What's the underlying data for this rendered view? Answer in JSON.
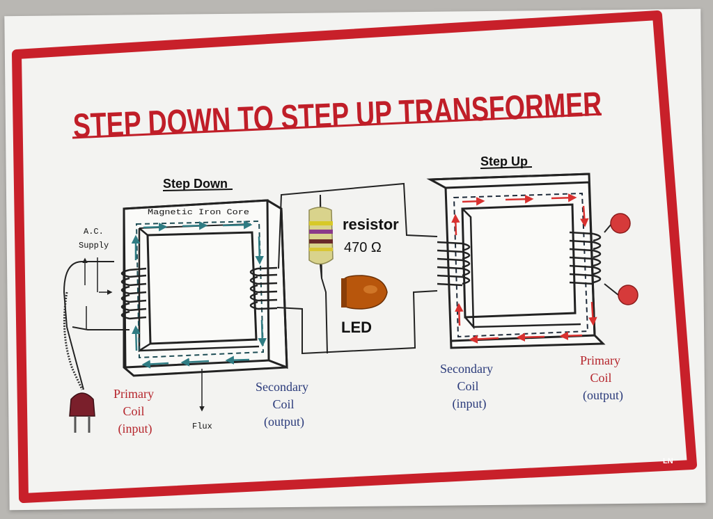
{
  "title": "STEP DOWN TO STEP UP TRANSFORMER",
  "step_down": {
    "heading": "Step Down",
    "core_label": "Magnetic Iron Core",
    "ac_supply": [
      "A.C.",
      "Supply"
    ],
    "primary_label": [
      "Primary",
      "Coil",
      "(input)"
    ],
    "secondary_label": [
      "Secondary",
      "Coil",
      "(output)"
    ],
    "flux_label": "Flux"
  },
  "middle": {
    "resistor_label": "resistor",
    "resistor_value": "470 Ω",
    "led_label": "LED"
  },
  "step_up": {
    "heading": "Step Up",
    "secondary_label": [
      "Secondary",
      "Coil",
      "(input)"
    ],
    "primary_label": [
      "Primary",
      "Coil",
      "(output)"
    ]
  },
  "corner_mark": "LN",
  "colors": {
    "border_red": "#c8202a",
    "flux_teal": "#2f7c83",
    "flux_red": "#d8312f",
    "label_red": "#b5252c",
    "label_blue": "#2a3a7a",
    "led_amber": "#b8560c",
    "terminal_red": "#d63a3a"
  }
}
